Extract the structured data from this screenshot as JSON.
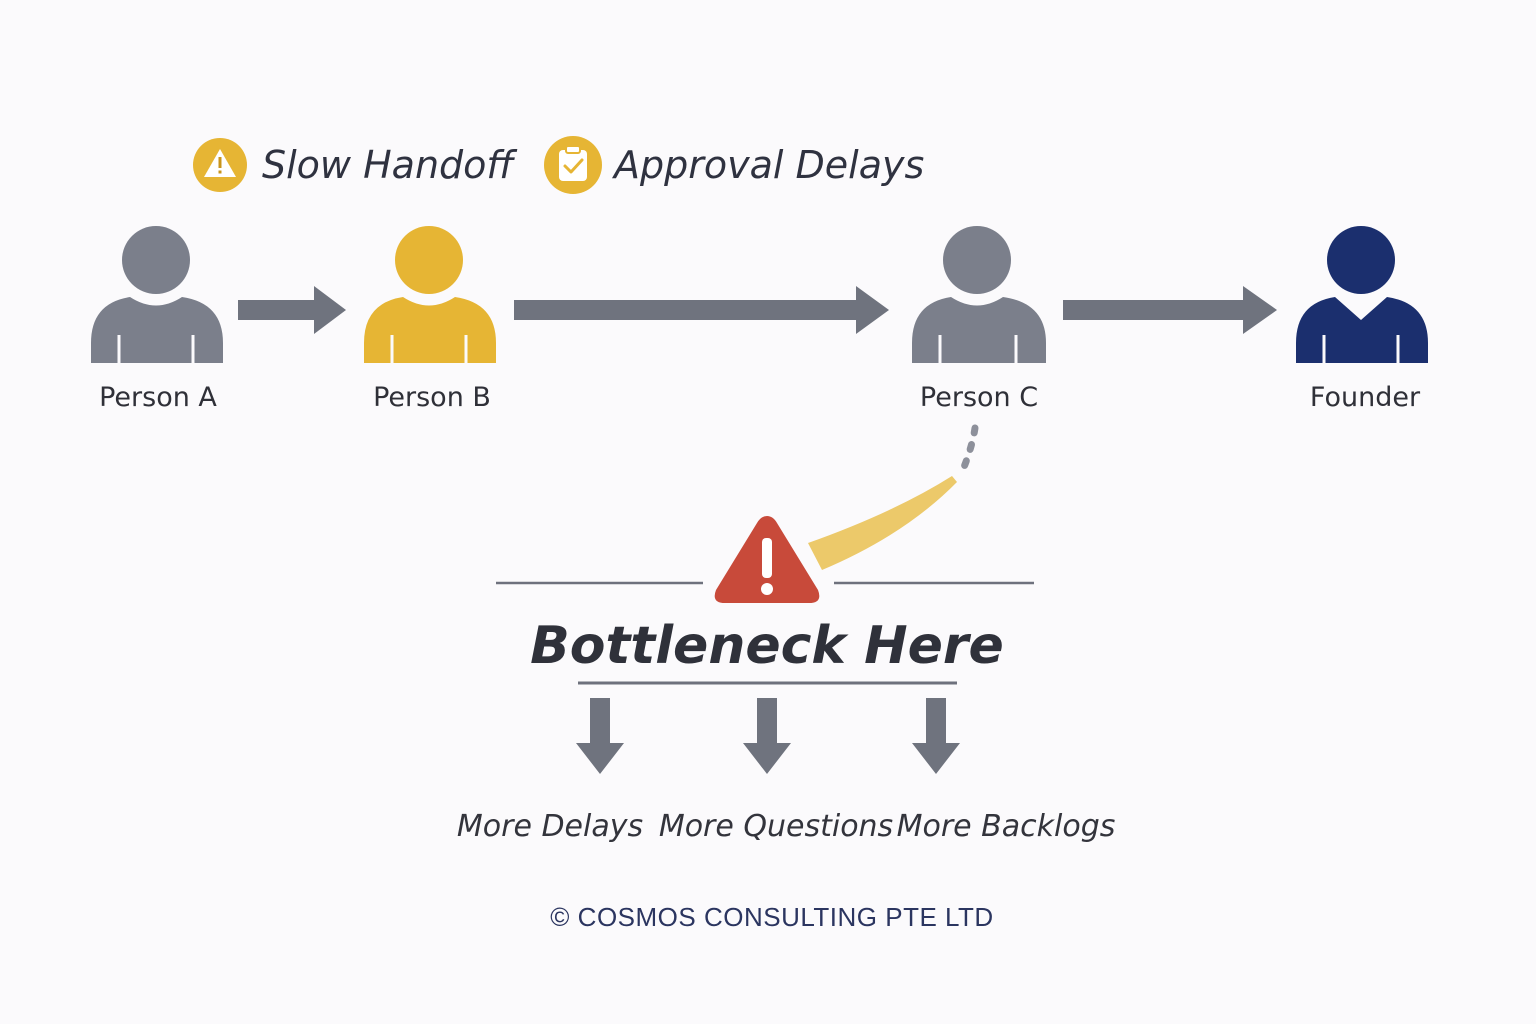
{
  "tags": [
    {
      "label": "Slow Handoff",
      "icon": "warning-icon"
    },
    {
      "label": "Approval Delays",
      "icon": "clipboard-check-icon"
    }
  ],
  "people": [
    {
      "label": "Person A",
      "color": "#7b7f8b"
    },
    {
      "label": "Person B",
      "color": "#e6b534"
    },
    {
      "label": "Person C",
      "color": "#7b7f8b"
    },
    {
      "label": "Founder",
      "color": "#1b2f6e"
    }
  ],
  "bottleneck": {
    "title": "Bottleneck Here",
    "icon": "alert-triangle-icon",
    "alert_color": "#c84a3a",
    "highlight_color": "#ecc96a"
  },
  "outcomes": [
    "More Delays",
    "More Questions",
    "More Backlogs"
  ],
  "footer": "© COSMOS CONSULTING PTE LTD",
  "colors": {
    "arrow": "#6f737e",
    "divider": "#6e717d",
    "accent": "#e6b534"
  }
}
